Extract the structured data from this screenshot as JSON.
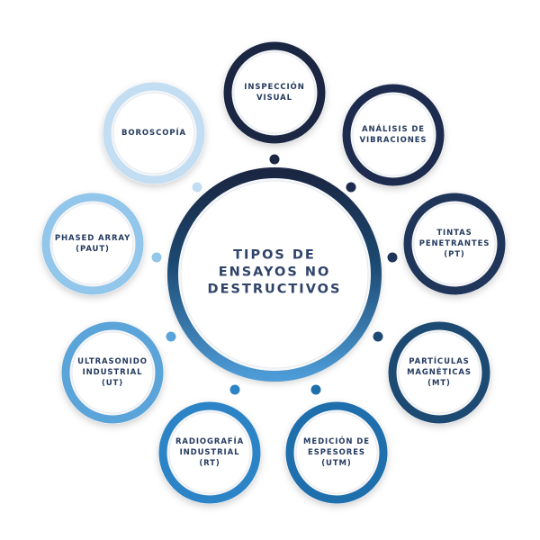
{
  "center": {
    "lines": [
      "TIPOS DE",
      "ENSAYOS NO",
      "DESTRUCTIVOS"
    ]
  },
  "nodes": [
    {
      "id": "inspeccion-visual",
      "lines": [
        "INSPECCIÓN",
        "VISUAL"
      ],
      "color": "#1a2642"
    },
    {
      "id": "analisis-vibraciones",
      "lines": [
        "ANÁLISIS DE",
        "VIBRACIONES"
      ],
      "color": "#1d2c4e"
    },
    {
      "id": "tintas-penetrantes",
      "lines": [
        "TINTAS",
        "PENETRANTES",
        "(PT)"
      ],
      "color": "#1f3559"
    },
    {
      "id": "particulas-magneticas",
      "lines": [
        "PARTÍCULAS",
        "MAGNÉTICAS",
        "(MT)"
      ],
      "color": "#1c4a72"
    },
    {
      "id": "medicion-espesores",
      "lines": [
        "MEDICIÓN DE",
        "ESPESORES",
        "(UTM)"
      ],
      "color": "#1f6fad"
    },
    {
      "id": "radiografia-industrial",
      "lines": [
        "RADIOGRAFÍA",
        "INDUSTRIAL",
        "(RT)"
      ],
      "color": "#2c84c6"
    },
    {
      "id": "ultrasonido-industrial",
      "lines": [
        "ULTRASONIDO",
        "INDUSTRIAL",
        "(UT)"
      ],
      "color": "#5aa4d9"
    },
    {
      "id": "phased-array",
      "lines": [
        "PHASED ARRAY",
        "(PAUT)"
      ],
      "color": "#92c6ea"
    },
    {
      "id": "boroscopia",
      "lines": [
        "BOROSCOPÍA"
      ],
      "color": "#c3def2"
    }
  ]
}
